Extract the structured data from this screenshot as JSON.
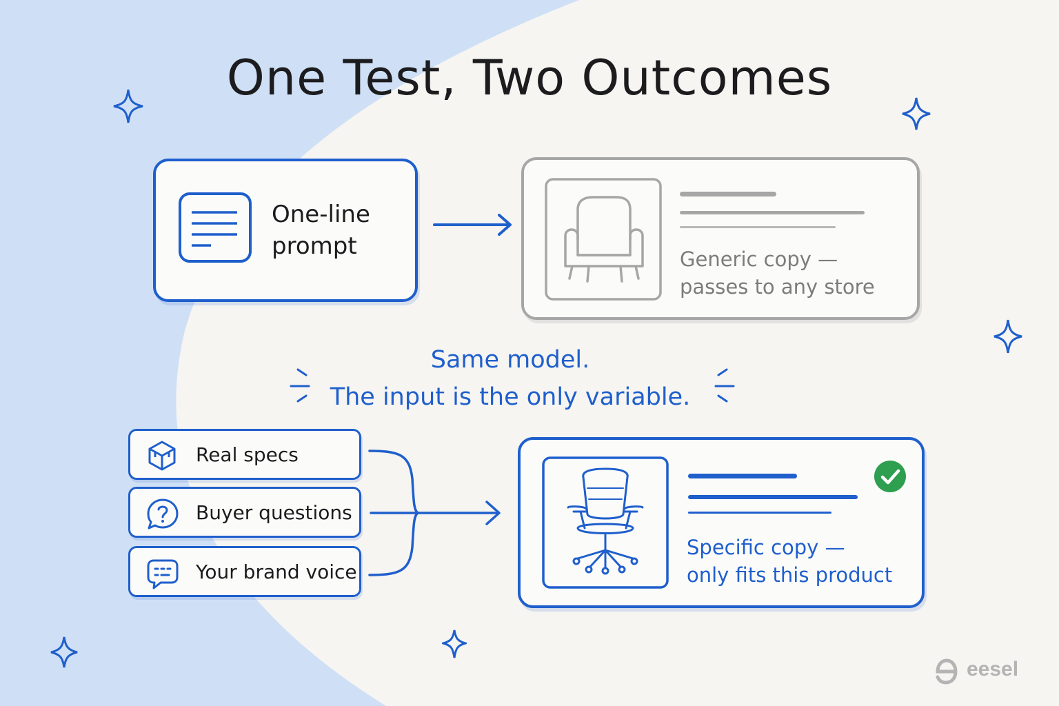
{
  "title": "One Test, Two Outcomes",
  "input_simple": {
    "icon": "document-lines-icon",
    "label_line1": "One-line",
    "label_line2": "prompt"
  },
  "output_generic": {
    "icon": "armchair-icon",
    "caption_line1": "Generic copy —",
    "caption_line2": "passes to any store"
  },
  "note": {
    "line1": "Same model.",
    "line2": "The input is the only variable."
  },
  "inputs_rich": [
    {
      "icon": "cube-icon",
      "label": "Real specs"
    },
    {
      "icon": "question-bubble-icon",
      "label": "Buyer questions"
    },
    {
      "icon": "chat-bubble-icon",
      "label": "Your brand voice"
    }
  ],
  "output_specific": {
    "icon": "office-chair-icon",
    "badge": "check-circle-icon",
    "caption_line1": "Specific copy —",
    "caption_line2": "only fits this product"
  },
  "logo": {
    "text": "eesel",
    "icon": "eesel-logo-icon"
  },
  "colors": {
    "accent": "#1f5fcc",
    "background": "#f6f5f2",
    "band": "#cfe0f6",
    "grey": "#a6a6a6",
    "success": "#2e9e4f"
  }
}
